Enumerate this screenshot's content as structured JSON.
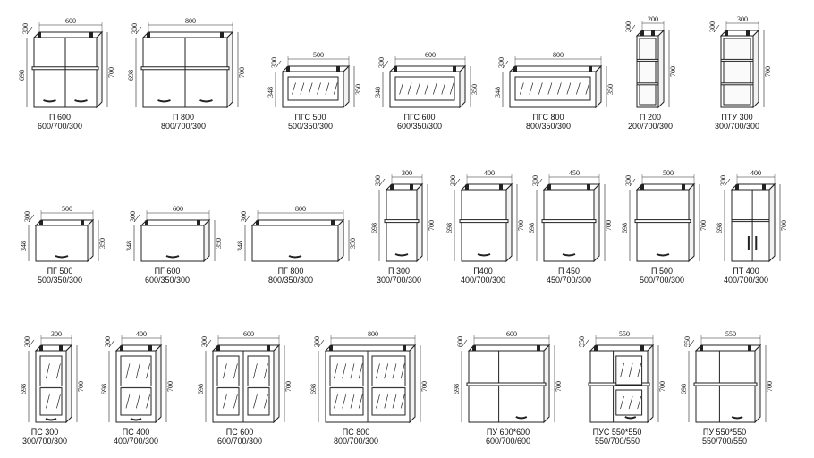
{
  "colors": {
    "line": "#222222",
    "fill": "#ffffff",
    "handle": "#222222"
  },
  "cabinets": [
    {
      "name": "П 600",
      "size": "600/700/300",
      "kind": "double-shelf",
      "depth": "300",
      "width": "600",
      "height_outer": "698",
      "height_inner": "700"
    },
    {
      "name": "П 800",
      "size": "800/700/300",
      "kind": "double-shelf",
      "depth": "300",
      "width": "800",
      "height_outer": "698",
      "height_inner": "700"
    },
    {
      "name": "ПГС 500",
      "size": "500/350/300",
      "kind": "glass-flap",
      "depth": "300",
      "width": "500",
      "height_outer": "348",
      "height_inner": "350"
    },
    {
      "name": "ПГС 600",
      "size": "600/350/300",
      "kind": "glass-flap",
      "depth": "300",
      "width": "600",
      "height_outer": "348",
      "height_inner": "350"
    },
    {
      "name": "ПГС 800",
      "size": "800/350/300",
      "kind": "glass-flap",
      "depth": "300",
      "width": "800",
      "height_outer": "348",
      "height_inner": "350"
    },
    {
      "name": "П 200",
      "size": "200/700/300",
      "kind": "open-narrow",
      "depth": "300",
      "width": "200",
      "height_outer": "",
      "height_inner": "700"
    },
    {
      "name": "ПТУ 300",
      "size": "300/700/300",
      "kind": "open-end",
      "depth": "300",
      "width": "300",
      "height_outer": "",
      "height_inner": "700"
    },
    {
      "name": "ПГ 500",
      "size": "500/350/300",
      "kind": "flap",
      "depth": "300",
      "width": "500",
      "height_outer": "348",
      "height_inner": "350"
    },
    {
      "name": "ПГ 600",
      "size": "600/350/300",
      "kind": "flap",
      "depth": "300",
      "width": "600",
      "height_outer": "348",
      "height_inner": "350"
    },
    {
      "name": "ПГ 800",
      "size": "800/350/300",
      "kind": "flap",
      "depth": "300",
      "width": "800",
      "height_outer": "348",
      "height_inner": "350"
    },
    {
      "name": "П 300",
      "size": "300/700/300",
      "kind": "single-shelf",
      "depth": "300",
      "width": "300",
      "height_outer": "698",
      "height_inner": "700"
    },
    {
      "name": "П400",
      "size": "400/700/300",
      "kind": "single-shelf",
      "depth": "300",
      "width": "400",
      "height_outer": "698",
      "height_inner": "700"
    },
    {
      "name": "П 450",
      "size": "450/700/300",
      "kind": "single-shelf",
      "depth": "300",
      "width": "450",
      "height_outer": "698",
      "height_inner": "700"
    },
    {
      "name": "П 500",
      "size": "500/700/300",
      "kind": "single-shelf",
      "depth": "300",
      "width": "500",
      "height_outer": "698",
      "height_inner": "700"
    },
    {
      "name": "ПТ 400",
      "size": "400/700/300",
      "kind": "end-open",
      "depth": "300",
      "width": "400",
      "height_outer": "698",
      "height_inner": "700"
    },
    {
      "name": "ПС 300",
      "size": "300/700/300",
      "kind": "glass-single",
      "depth": "300",
      "width": "300",
      "height_outer": "698",
      "height_inner": "700"
    },
    {
      "name": "ПС 400",
      "size": "400/700/300",
      "kind": "glass-single",
      "depth": "300",
      "width": "400",
      "height_outer": "698",
      "height_inner": "700"
    },
    {
      "name": "ПС 600",
      "size": "600/700/300",
      "kind": "glass-double",
      "depth": "300",
      "width": "600",
      "height_outer": "698",
      "height_inner": "700"
    },
    {
      "name": "ПС 800",
      "size": "800/700/300",
      "kind": "glass-double",
      "depth": "300",
      "width": "800",
      "height_outer": "698",
      "height_inner": "700"
    },
    {
      "name": "ПУ 600*600",
      "size": "600/700/600",
      "kind": "corner",
      "depth": "600",
      "width": "600",
      "height_outer": "698",
      "height_inner": "700"
    },
    {
      "name": "ПУС 550*550",
      "size": "550/700/550",
      "kind": "corner-glass",
      "depth": "550",
      "width": "550",
      "height_outer": "",
      "height_inner": "700"
    },
    {
      "name": "ПУ 550*550",
      "size": "550/700/550",
      "kind": "corner",
      "depth": "550",
      "width": "550",
      "height_outer": "698",
      "height_inner": "700"
    }
  ]
}
